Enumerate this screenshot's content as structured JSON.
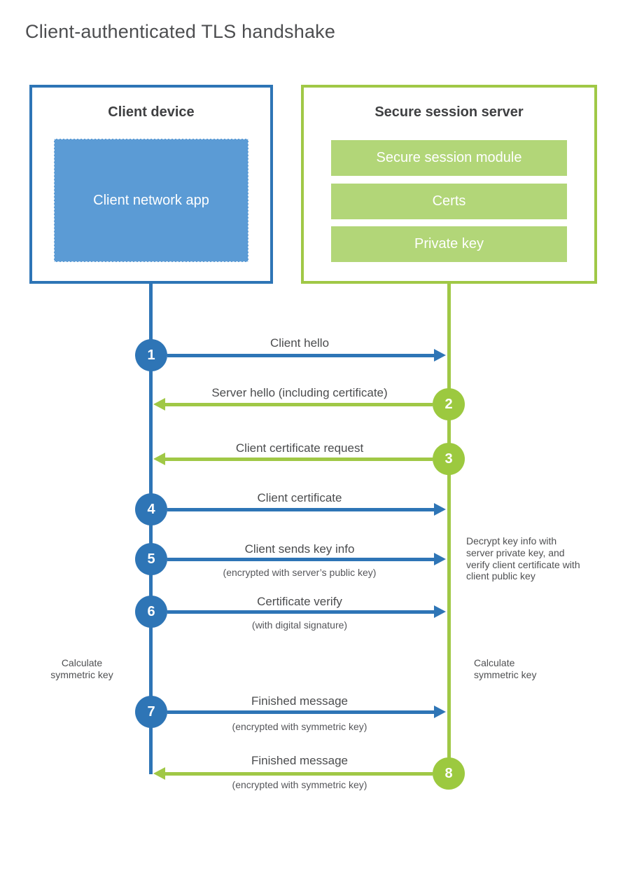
{
  "title": "Client-authenticated TLS handshake",
  "colors": {
    "blue_accent": "#2e75b6",
    "blue_fill": "#5b9bd5",
    "green_accent": "#a0c846",
    "green_circle": "#9cc93f",
    "green_fill": "#b2d678",
    "text_dark": "#3f4042",
    "text_label": "#4b4c4e"
  },
  "client": {
    "header": "Client device",
    "module": "Client network app"
  },
  "server": {
    "header": "Secure session server",
    "modules": [
      "Secure session module",
      "Certs",
      "Private key"
    ]
  },
  "steps": [
    {
      "num": "1",
      "label": "Client hello",
      "sublabel": ""
    },
    {
      "num": "2",
      "label": "Server hello (including certificate)",
      "sublabel": ""
    },
    {
      "num": "3",
      "label": "Client certificate request",
      "sublabel": ""
    },
    {
      "num": "4",
      "label": "Client certificate",
      "sublabel": ""
    },
    {
      "num": "5",
      "label": "Client sends key info",
      "sublabel": "(encrypted with server’s public key)"
    },
    {
      "num": "6",
      "label": "Certificate verify",
      "sublabel": "(with digital signature)"
    },
    {
      "num": "7",
      "label": "Finished message",
      "sublabel": "(encrypted with symmetric key)"
    },
    {
      "num": "8",
      "label": "Finished message",
      "sublabel": "(encrypted with symmetric key)"
    }
  ],
  "annotations": {
    "decrypt": "Decrypt key info with server private key, and verify client certificate with client public key",
    "calc_left": "Calculate symmetric key",
    "calc_right": "Calculate symmetric key"
  }
}
